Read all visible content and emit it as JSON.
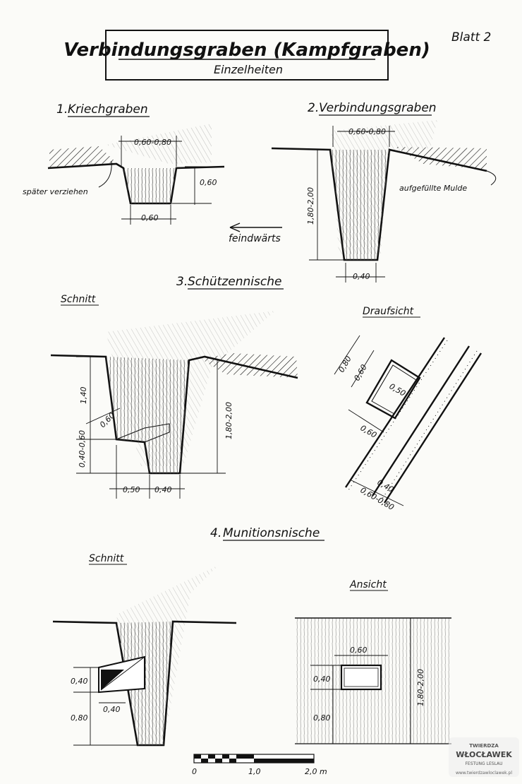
{
  "title": "Verbindungsgraben (Kampfgraben)",
  "subtitle": "Einzelheiten",
  "sheet_label": "Blatt 2",
  "section1": {
    "heading_num": "1.",
    "heading": "Kriechgraben",
    "note": "später verziehen",
    "dim_top": "0,60-0,80",
    "dim_depth": "0,60",
    "dim_bottom": "0,60"
  },
  "direction_label": "feindwärts",
  "section2": {
    "heading_num": "2.",
    "heading": "Verbindungsgraben",
    "note": "aufgefüllte Mulde",
    "dim_top": "0,60-0,80",
    "dim_depth": "1,80-2,00",
    "dim_bottom": "0,40"
  },
  "section3": {
    "heading_num": "3.",
    "heading": "Schützennische",
    "cut_label": "Schnitt",
    "plan_label": "Draufsicht",
    "dim_140": "1,40",
    "dim_060_diag": "0,60",
    "dim_step": "0,40-0,60",
    "dim_depth": "1,80-2,00",
    "dim_050": "0,50",
    "dim_040": "0,40",
    "plan_080": "0,80",
    "plan_060a": "0,60",
    "plan_050": "0,50",
    "plan_060b": "0,60",
    "plan_040": "0,40",
    "plan_width": "0,60-0,80"
  },
  "section4": {
    "heading_num": "4.",
    "heading": "Munitionsnische",
    "cut_label": "Schnitt",
    "view_label": "Ansicht",
    "cut_040": "0,40",
    "cut_040b": "0,40",
    "cut_080": "0,80",
    "view_060": "0,60",
    "view_040": "0,40",
    "view_080": "0,80",
    "view_depth": "1,80-2,00"
  },
  "scale_bar": {
    "ticks": [
      "0",
      "1,0",
      "2,0 m"
    ]
  },
  "watermark": {
    "line1": "TWIERDZA",
    "line2": "WŁOCŁAWEK",
    "line3": "FESTUNG LESLAU",
    "url": "www.twierdzawloclawek.pl"
  }
}
